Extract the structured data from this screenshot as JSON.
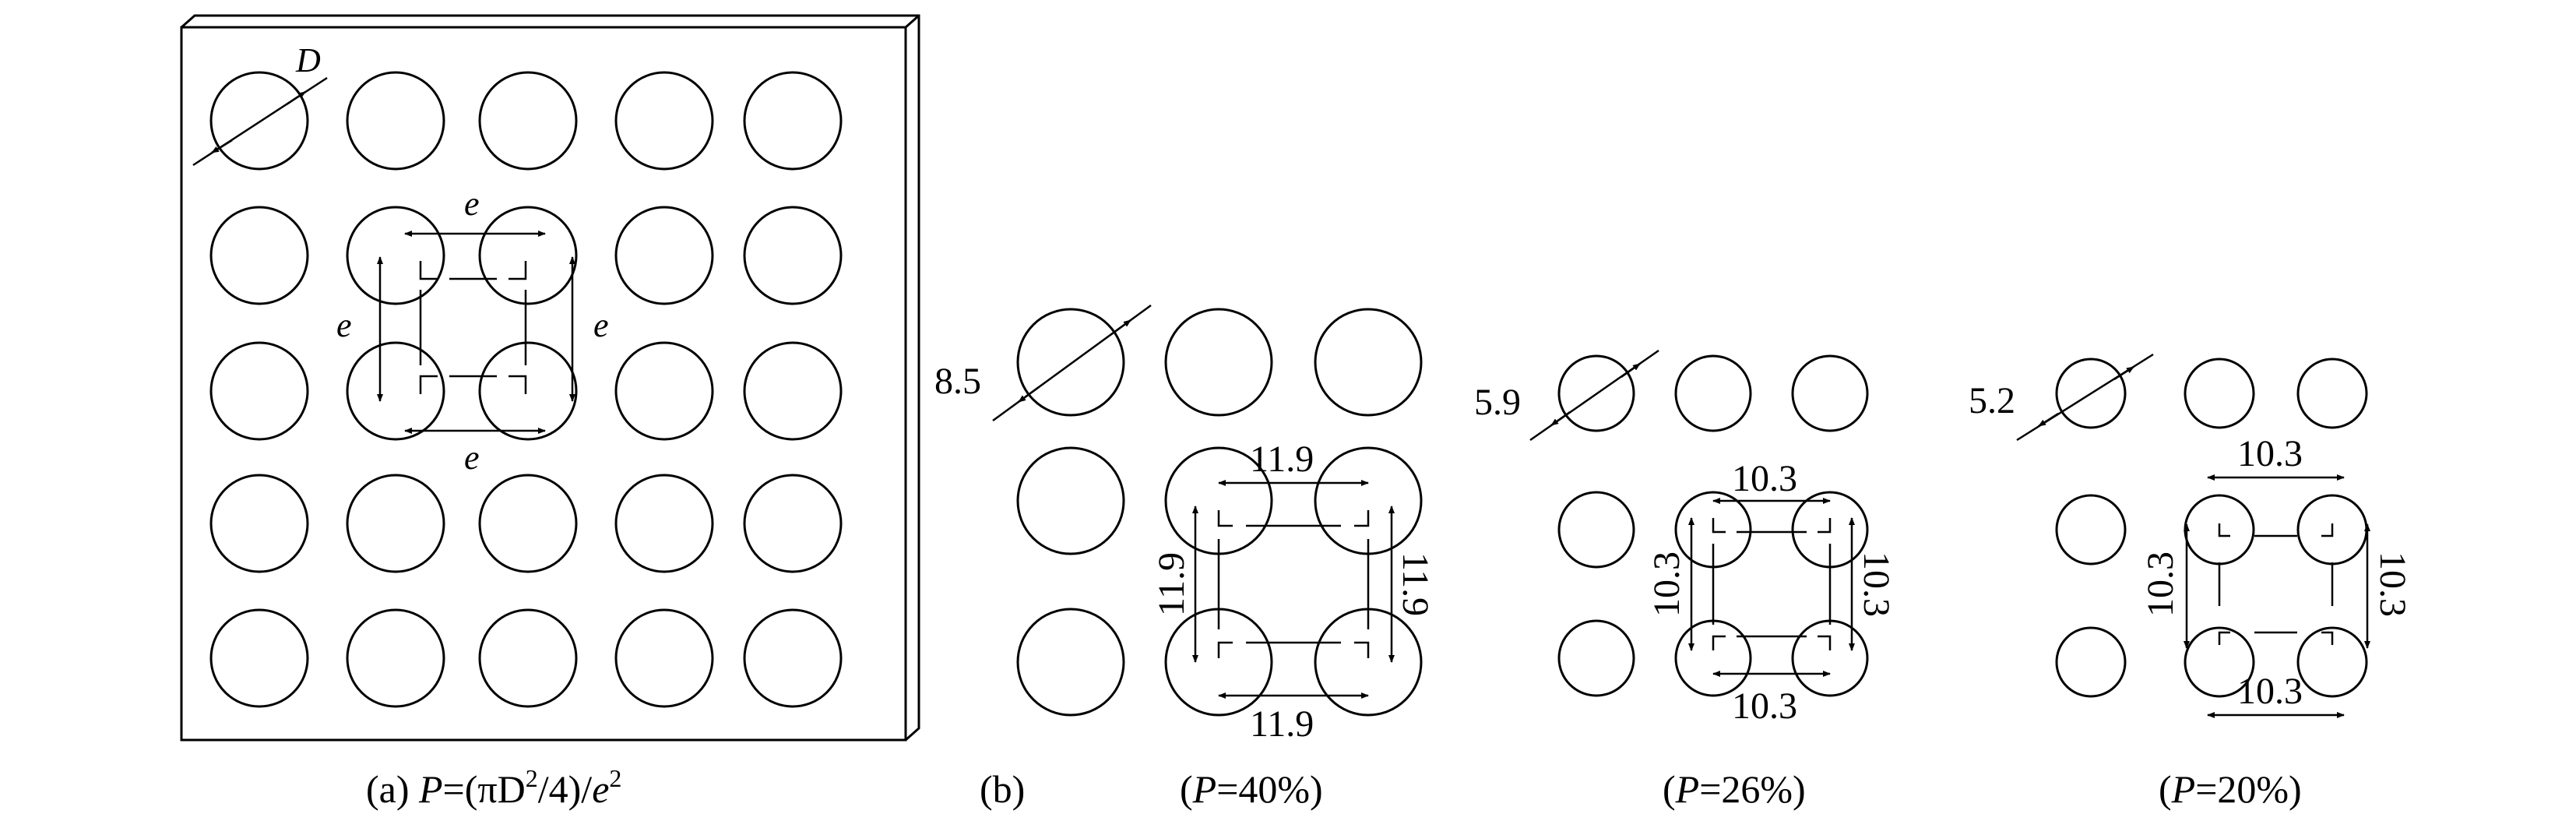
{
  "panel_a": {
    "diameter_label": "D",
    "pitch_label": "e",
    "caption": {
      "letter": "(a) ",
      "p": "P",
      "mid": "=(πD",
      "sup1": "2",
      "end": "/4)/",
      "e": "e",
      "sup2": "2"
    }
  },
  "panel_b": {
    "letter": "(b)",
    "configs": [
      {
        "diameter": "8.5",
        "pitch": "11.9",
        "caption_p": "P",
        "caption_value": "=40%)",
        "caption_open": "("
      },
      {
        "diameter": "5.9",
        "pitch": "10.3",
        "caption_p": "P",
        "caption_value": "=26%)",
        "caption_open": "("
      },
      {
        "diameter": "5.2",
        "pitch": "10.3",
        "caption_p": "P",
        "caption_value": "=20%)",
        "caption_open": "("
      }
    ]
  }
}
